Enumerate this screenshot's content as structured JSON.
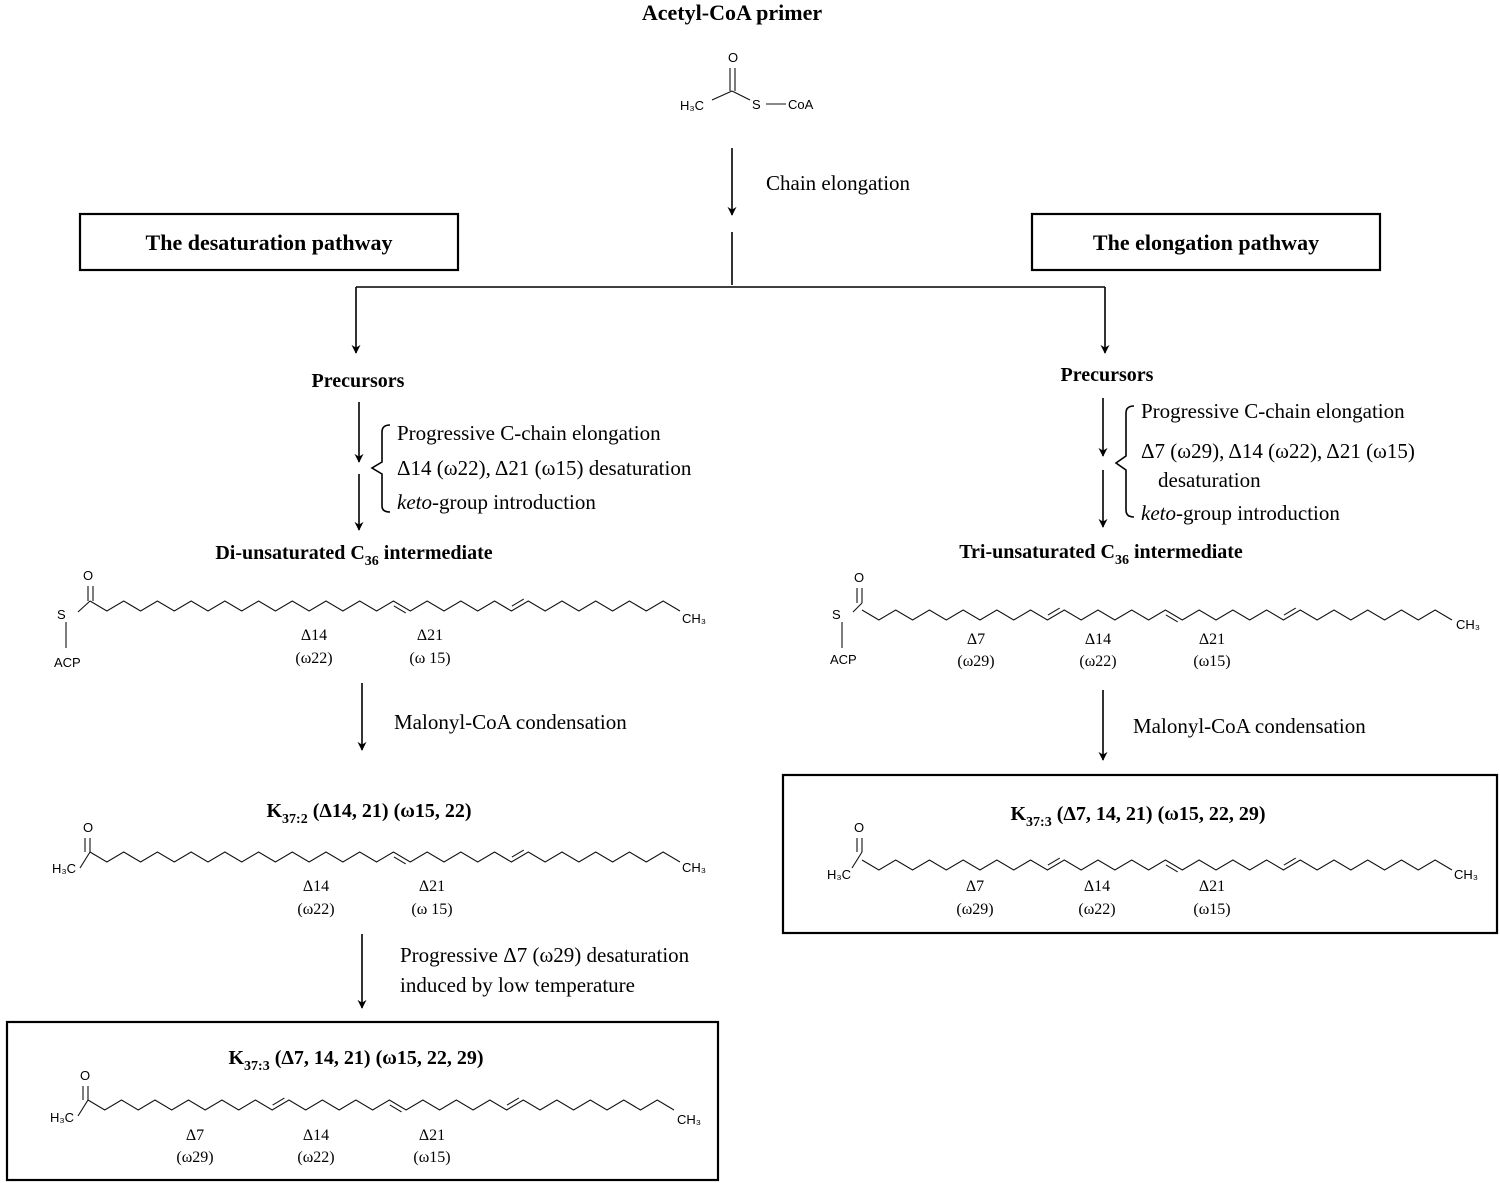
{
  "header": {
    "primer_label": "Acetyl-CoA primer",
    "primer_atoms": {
      "o": "O",
      "h3c": "H₃C",
      "s": "S",
      "coa": "CoA"
    },
    "chain_elongation": "Chain elongation"
  },
  "desaturation": {
    "title": "The desaturation pathway",
    "precursors": "Precursors",
    "steps": [
      "Progressive C-chain elongation",
      "Δ14 (ω22), Δ21 (ω15) desaturation"
    ],
    "keto_italic": "keto",
    "keto_rest": "-group introduction",
    "intermediate": {
      "pre": "Di-unsaturated C",
      "sub": "36",
      "post": " intermediate"
    },
    "intermediate_positions": [
      {
        "delta": "Δ14",
        "omega": "(ω22)"
      },
      {
        "delta": "Δ21",
        "omega": "(ω 15)"
      }
    ],
    "condensation": "Malonyl-CoA condensation",
    "product_k37_2": {
      "pre": "K",
      "sub": "37:2",
      "post": " (Δ14, 21) (ω15, 22)"
    },
    "product_k37_2_positions": [
      {
        "delta": "Δ14",
        "omega": "(ω22)"
      },
      {
        "delta": "Δ21",
        "omega": "(ω 15)"
      }
    ],
    "low_temp_note": [
      "Progressive Δ7 (ω29) desaturation",
      "induced by low temperature"
    ],
    "final_product": {
      "pre": "K",
      "sub": "37:3",
      "post": " (Δ7, 14, 21) (ω15, 22, 29)"
    },
    "final_positions": [
      {
        "delta": "Δ7",
        "omega": "(ω29)"
      },
      {
        "delta": "Δ14",
        "omega": "(ω22)"
      },
      {
        "delta": "Δ21",
        "omega": "(ω15)"
      }
    ]
  },
  "elongation": {
    "title": "The elongation pathway",
    "precursors": "Precursors",
    "steps": [
      "Progressive C-chain elongation",
      "Δ7 (ω29), Δ14 (ω22), Δ21 (ω15)",
      "desaturation"
    ],
    "keto_italic": "keto",
    "keto_rest": "-group introduction",
    "intermediate": {
      "pre": "Tri-unsaturated C",
      "sub": "36",
      "post": " intermediate"
    },
    "intermediate_positions": [
      {
        "delta": "Δ7",
        "omega": "(ω29)"
      },
      {
        "delta": "Δ14",
        "omega": "(ω22)"
      },
      {
        "delta": "Δ21",
        "omega": "(ω15)"
      }
    ],
    "condensation": "Malonyl-CoA condensation",
    "final_product": {
      "pre": "K",
      "sub": "37:3",
      "post": " (Δ7, 14, 21) (ω15, 22, 29)"
    },
    "final_positions": [
      {
        "delta": "Δ7",
        "omega": "(ω29)"
      },
      {
        "delta": "Δ14",
        "omega": "(ω22)"
      },
      {
        "delta": "Δ21",
        "omega": "(ω15)"
      }
    ]
  },
  "atoms": {
    "o": "O",
    "s": "S",
    "acp": "ACP",
    "ch3": "CH₃",
    "h3c": "H₃C"
  }
}
